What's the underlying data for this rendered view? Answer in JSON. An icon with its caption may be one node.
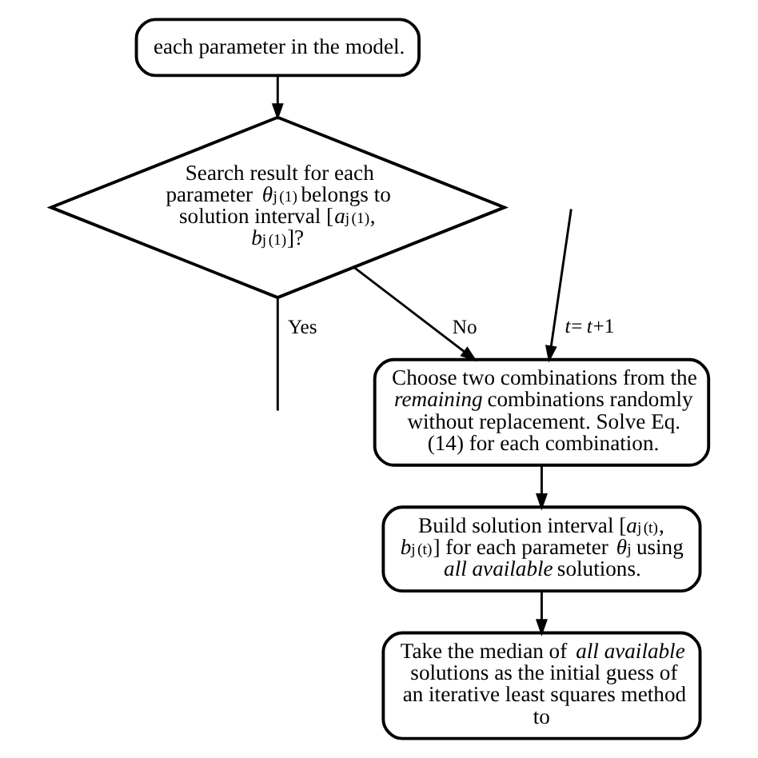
{
  "diagram": {
    "nodes": [
      {
        "text": [
          "each parameter in the model."
        ]
      },
      {
        "text": [
          "Search result for each parameter *θ*$_{j}$$^{(1)}$ belongs to solution interval [*a*$_{j}$$^{(1)}$, *b*$_{j}$$^{(1)}$]?"
        ]
      },
      {
        "text": [
          "Choose two combinations from the *remaining* combinations randomly without replacement. Solve Eq. (14) for each combination."
        ]
      },
      {
        "text": [
          "Build solution interval [*a*$_{j}$$^{(t)}$, *b*$_{j}$$^{(t)}$] for each parameter *θ*$_{j}$ using *all available* solutions."
        ]
      },
      {
        "text": [
          "Take the median of *all available* solutions as the initial guess of an iterative least squares method to"
        ]
      }
    ],
    "edges": [
      {
        "from": 0,
        "to": 1,
        "arrow": "to"
      },
      {
        "from": 1,
        "to": 2,
        "arrow": "to",
        "label": "No"
      },
      {
        "from": 1,
        "to": null,
        "arrow": "none",
        "label": "Yes"
      },
      {
        "from": 2,
        "to": 3,
        "arrow": "to"
      },
      {
        "from": 3,
        "to": 4,
        "arrow": "to"
      },
      {
        "from": null,
        "to": 2,
        "arrow": "to",
        "label": "*t*=*t*+1"
      }
    ]
  }
}
